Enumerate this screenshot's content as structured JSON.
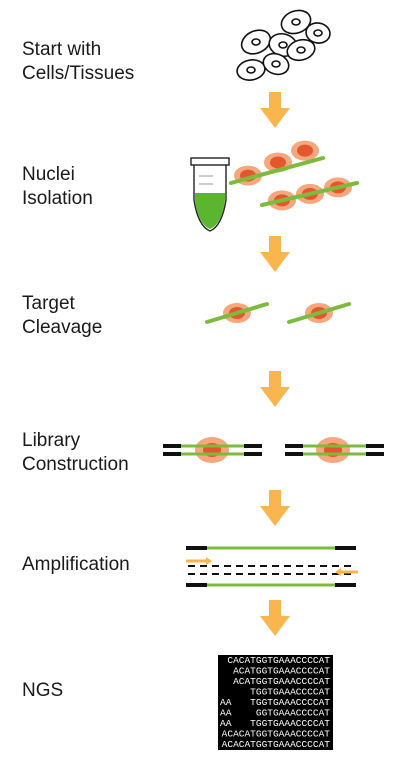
{
  "steps": [
    {
      "label": "Start with\nCells/Tissues"
    },
    {
      "label": "Nuclei\nIsolation"
    },
    {
      "label": "Target\nCleavage"
    },
    {
      "label": "Library\nConstruction"
    },
    {
      "label": "Amplification"
    },
    {
      "label": "NGS"
    }
  ],
  "ngs_reads": [
    "CACATGGTGAAACCCCAT",
    "ACATGGTGAAACCCCAT",
    "ACATGGTGAAACCCCAT",
    "TGGTGAAACCCCAT",
    "TGGTGAAACCCCAT",
    "GGTGAAACCCCAT",
    "TGGTGAAACCCCAT",
    "ACACATGGTGAAACCCCAT",
    "ACACATGGTGAAACCCCAT"
  ],
  "ngs_left_fragments": [
    "",
    "",
    "",
    "",
    "AA",
    "AA",
    "AA",
    "",
    ""
  ],
  "colors": {
    "arrow": "#f9b64f",
    "dna": "#7dbb3d",
    "nucleosome_outer": "#f5a77d",
    "nucleosome_inner": "#e4572e",
    "adapter": "#111111",
    "primer": "#f9b64f",
    "tube_liquid": "#5cb52f"
  }
}
